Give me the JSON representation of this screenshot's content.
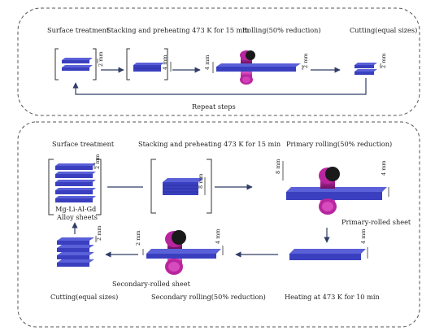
{
  "colors": {
    "sheet_top": "#5a60d8",
    "sheet_face": "#3a3fbf",
    "sheet_edge": "#1f2480",
    "roll_body": "#b8269e",
    "roll_end": "#1a1a1a",
    "arrow": "#2f3d66"
  },
  "top": {
    "label_surface": "Surface treatment",
    "label_stack": "Stacking and preheating 473 K for 15 min",
    "label_rolling": "Rolling(50% reduction)",
    "label_cutting": "Cutting(equal sizes)",
    "label_repeat": "Repeat steps",
    "dim_2mm_a": "2 mm",
    "dim_4mm_a": "4 mm",
    "dim_4mm_b": "4 mm",
    "dim_2mm_b": "2 mm",
    "dim_2mm_c": "2 mm"
  },
  "bottom": {
    "label_surface": "Surface treatment",
    "label_stack": "Stacking and preheating 473 K for 15 min",
    "label_primary": "Primary rolling(50% reduction)",
    "label_alloy_1": "Mg-Li-Al-Gd",
    "label_alloy_2": "Alloy sheets",
    "label_primary_sheet": "Primary-rolled sheet",
    "label_secondary_sheet": "Secondary-rolled sheet",
    "label_cutting": "Cutting(equal sizes)",
    "label_secondary_rolling": "Secondary rolling(50% reduction)",
    "label_heating": "Heating at 473 K for 10 min",
    "dim_2mm_stack": "2 mm",
    "dim_8mm_a": "8 mm",
    "dim_8mm_b": "8 mm",
    "dim_4mm_a": "4 mm",
    "dim_4mm_b": "4 mm",
    "dim_2mm_c": "2 mm",
    "dim_4mm_c": "4 mm",
    "dim_2mm_d": "2 mm"
  }
}
